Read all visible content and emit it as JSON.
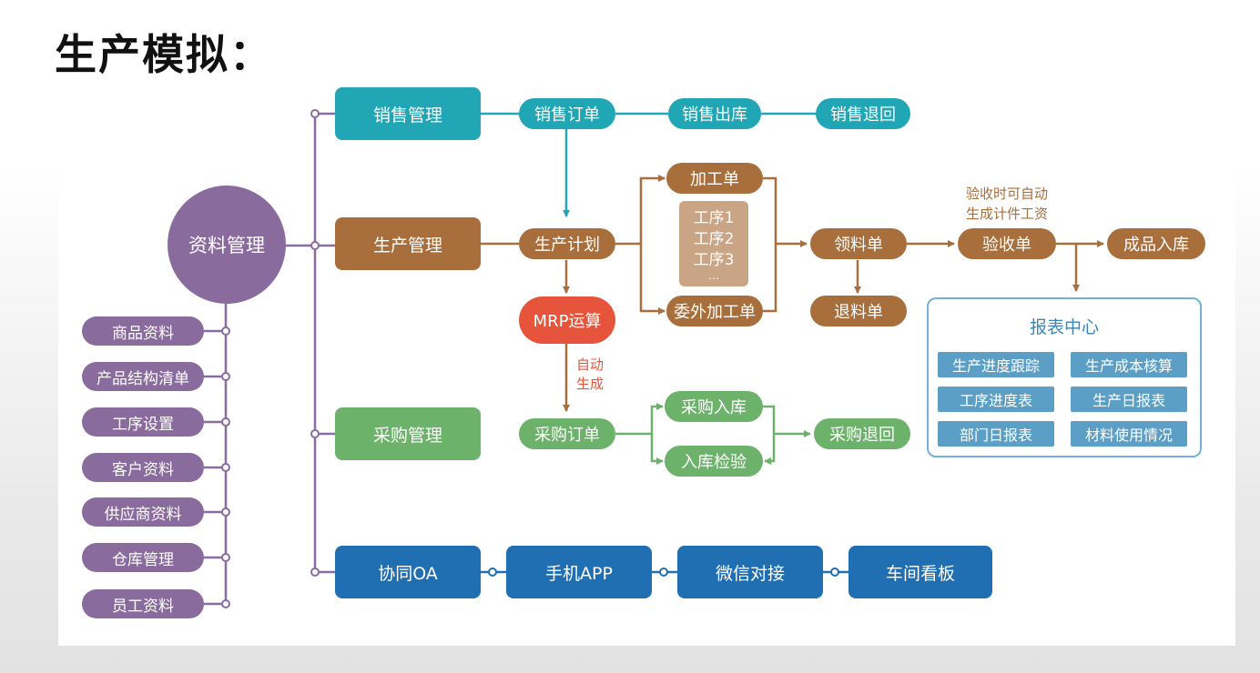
{
  "title": "生产模拟：",
  "colors": {
    "sales": "#20a6b4",
    "production": "#a86e3b",
    "purchase": "#6db26b",
    "office": "#1f6fb2",
    "master_data": "#8a6b9d",
    "mrp": "#e6553b",
    "report_border": "#6fb4d3",
    "report_item": "#5c9fc6"
  },
  "master": {
    "hub": "资料管理",
    "items": [
      "商品资料",
      "产品结构清单",
      "工序设置",
      "客户资料",
      "供应商资料",
      "仓库管理",
      "员工资料"
    ]
  },
  "sales": {
    "module": "销售管理",
    "order": "销售订单",
    "outbound": "销售出库",
    "return": "销售退回"
  },
  "production": {
    "module": "生产管理",
    "plan": "生产计划",
    "processing_order": "加工单",
    "outsourcing_order": "委外加工单",
    "steps": [
      "工序1",
      "工序2",
      "工序3",
      "…"
    ],
    "picking": "领料单",
    "material_return": "退料单",
    "inspection": "验收单",
    "finished_goods_in": "成品入库",
    "inspection_note_line1": "验收时可自动",
    "inspection_note_line2": "生成计件工资",
    "mrp": "MRP运算",
    "auto_note_line1": "自动",
    "auto_note_line2": "生成"
  },
  "purchase": {
    "module": "采购管理",
    "order": "采购订单",
    "inbound": "采购入库",
    "inspection": "入库检验",
    "return": "采购退回"
  },
  "reports": {
    "title": "报表中心",
    "items": [
      "生产进度跟踪",
      "生产成本核算",
      "工序进度表",
      "生产日报表",
      "部门日报表",
      "材料使用情况"
    ]
  },
  "office": {
    "items": [
      "协同OA",
      "手机APP",
      "微信对接",
      "车间看板"
    ]
  }
}
